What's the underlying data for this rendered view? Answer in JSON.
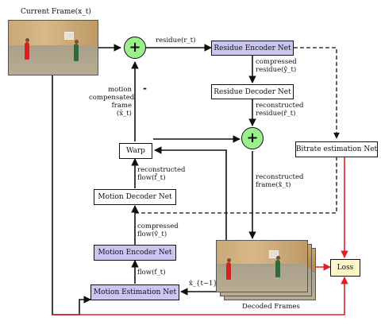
{
  "labels": {
    "current_frame": "Current Frame(x_t)",
    "residue": "residue(r_t)",
    "compressed_residue": "compressed\nresidue(ŷ_t)",
    "reconstructed_residue": "reconstructed\nresidue(r̂_t)",
    "motion_compensated_frame": "motion\ncompensated\nframe\n(x̄_t)",
    "reconstructed_flow": "reconstructed\nflow(f̂_t)",
    "compressed_flow": "compressed\nflow(v̂_t)",
    "flow": "flow(f_t)",
    "reconstructed_frame": "reconstructed\nframe(x̂_t)",
    "previous_frame": "x̂_{t−1}",
    "decoded_frames": "Decoded Frames",
    "minus_sign": "-"
  },
  "boxes": {
    "residue_encoder": "Residue Encoder Net",
    "residue_decoder": "Residue Decoder Net",
    "bitrate_estimation": "Bitrate estimation Net",
    "warp": "Warp",
    "motion_decoder": "Motion Decoder Net",
    "motion_encoder": "Motion Encoder Net",
    "motion_estimation": "Motion Estimation Net",
    "loss": "Loss"
  },
  "colors": {
    "encoder_fill": "#c9c7f2",
    "sum_node_fill": "#9bf08c",
    "loss_fill": "#fdf6c9",
    "loss_arrow": "#e02020",
    "line": "#111111"
  }
}
